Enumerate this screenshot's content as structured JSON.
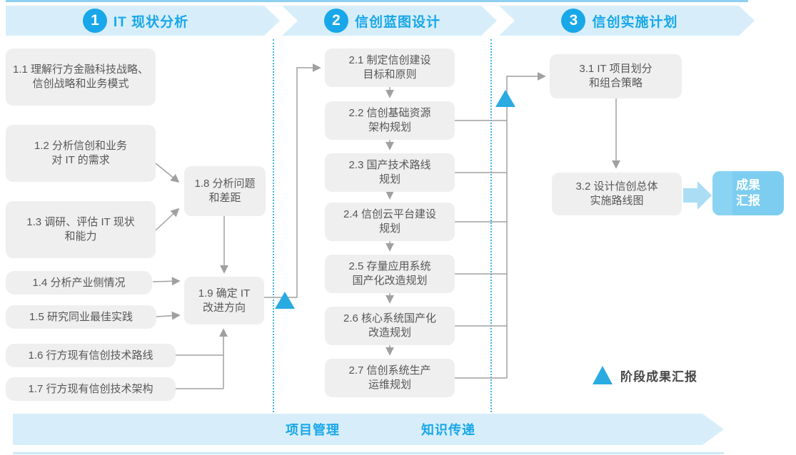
{
  "phases": [
    {
      "number": "1",
      "title": "IT 现状分析"
    },
    {
      "number": "2",
      "title": "信创蓝图设计"
    },
    {
      "number": "3",
      "title": "信创实施计划"
    }
  ],
  "boxes": {
    "b11": {
      "lines": [
        "1.1 理解行方金融科技战略、",
        "信创战略和业务模式"
      ]
    },
    "b12": {
      "lines": [
        "1.2 分析信创和业务",
        "对 IT 的需求"
      ]
    },
    "b13": {
      "lines": [
        "1.3 调研、评估 IT 现状",
        "和能力"
      ]
    },
    "b14": {
      "lines": [
        "1.4 分析产业侧情况"
      ]
    },
    "b15": {
      "lines": [
        "1.5 研究同业最佳实践"
      ]
    },
    "b16": {
      "lines": [
        "1.6 行方现有信创技术路线"
      ]
    },
    "b17": {
      "lines": [
        "1.7 行方现有信创技术架构"
      ]
    },
    "b18": {
      "lines": [
        "1.8 分析问题",
        "和差距"
      ]
    },
    "b19": {
      "lines": [
        "1.9 确定 IT",
        "改进方向"
      ]
    },
    "b21": {
      "lines": [
        "2.1 制定信创建设",
        "目标和原则"
      ]
    },
    "b22": {
      "lines": [
        "2.2 信创基础资源",
        "架构规划"
      ]
    },
    "b23": {
      "lines": [
        "2.3 国产技术路线",
        "规划"
      ]
    },
    "b24": {
      "lines": [
        "2.4 信创云平台建设",
        "规划"
      ]
    },
    "b25": {
      "lines": [
        "2.5 存量应用系统",
        "国产化改造规划"
      ]
    },
    "b26": {
      "lines": [
        "2.6 核心系统国产化",
        "改造规划"
      ]
    },
    "b27": {
      "lines": [
        "2.7 信创系统生产",
        "运维规划"
      ]
    },
    "b31": {
      "lines": [
        "3.1 IT 项目划分",
        "和组合策略"
      ]
    },
    "b32": {
      "lines": [
        "3.2 设计信创总体",
        "实施路线图"
      ]
    }
  },
  "result_box": {
    "lines": [
      "成果",
      "汇报"
    ]
  },
  "legend": {
    "label": "阶段成果汇报"
  },
  "footer": {
    "labels": [
      "项目管理",
      "知识传递"
    ]
  },
  "colors": {
    "accent": "#18A7E9",
    "banner_bg": "#D7EEFA",
    "box_bg": "#EFEFEF",
    "box_text": "#595757",
    "connector": "#9FA0A0",
    "milestone_triangle": "#29ABE2",
    "result_bg": "#7CCDEF",
    "result_arrow": "#ABDDF5",
    "separator_dotted": "#3FB1E5"
  }
}
